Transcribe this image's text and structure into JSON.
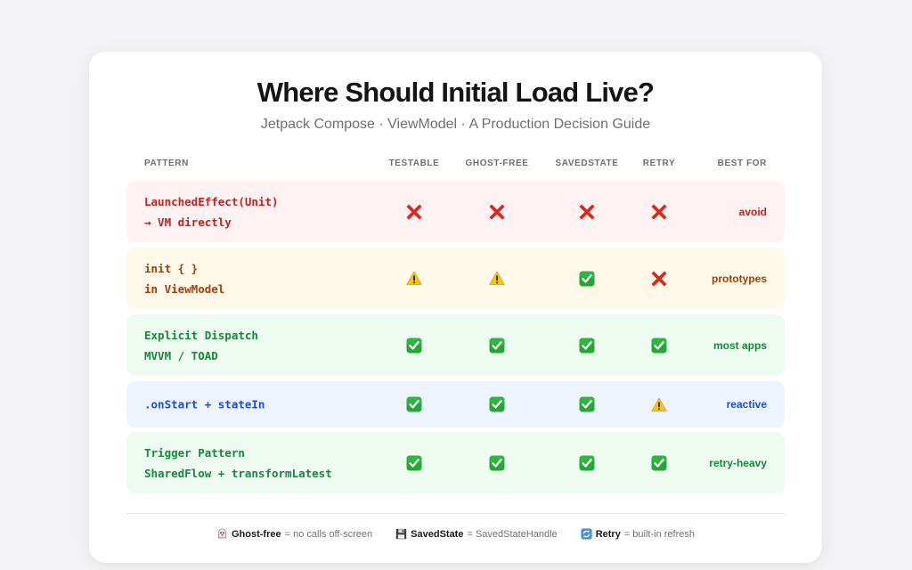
{
  "header": {
    "title": "Where Should Initial Load Live?",
    "subtitle": "Jetpack Compose · ViewModel · A Production Decision Guide"
  },
  "table": {
    "columns": [
      "PATTERN",
      "TESTABLE",
      "GHOST-FREE",
      "SAVEDSTATE",
      "RETRY",
      "BEST FOR"
    ],
    "rows": [
      {
        "pattern_line1": "LaunchedEffect(Unit)",
        "pattern_line2": "→ VM directly",
        "testable": "cross",
        "ghost_free": "cross",
        "savedstate": "cross",
        "retry": "cross",
        "best_for": "avoid",
        "bg": "#fef2f2",
        "fg": "#c81e1e"
      },
      {
        "pattern_line1": "init { }",
        "pattern_line2": "in ViewModel",
        "testable": "warning",
        "ghost_free": "warning",
        "savedstate": "check",
        "retry": "cross",
        "best_for": "prototypes",
        "bg": "#fef9e9",
        "fg": "#a53e0b"
      },
      {
        "pattern_line1": "Explicit Dispatch",
        "pattern_line2": "MVVM / TOAD",
        "testable": "check",
        "ghost_free": "check",
        "savedstate": "check",
        "retry": "check",
        "best_for": "most apps",
        "bg": "#eefbf1",
        "fg": "#16893a"
      },
      {
        "pattern_line1": ".onStart + stateIn",
        "pattern_line2": "",
        "testable": "check",
        "ghost_free": "check",
        "savedstate": "check",
        "retry": "warning",
        "best_for": "reactive",
        "bg": "#eef4fe",
        "fg": "#1d4ed8"
      },
      {
        "pattern_line1": "Trigger Pattern",
        "pattern_line2": "SharedFlow + transformLatest",
        "testable": "check",
        "ghost_free": "check",
        "savedstate": "check",
        "retry": "check",
        "best_for": "retry-heavy",
        "bg": "#eefbf1",
        "fg": "#16893a"
      }
    ]
  },
  "legend": [
    {
      "icon": "ghost-icon",
      "term": "Ghost-free",
      "definition": "= no calls off-screen"
    },
    {
      "icon": "floppy-disk-icon",
      "term": "SavedState",
      "definition": "= SavedStateHandle"
    },
    {
      "icon": "refresh-icon",
      "term": "Retry",
      "definition": "= built-in refresh"
    }
  ],
  "colors": {
    "cross": "#e0231b",
    "check_bg": "#22a834",
    "warning": "#f7c21a"
  }
}
